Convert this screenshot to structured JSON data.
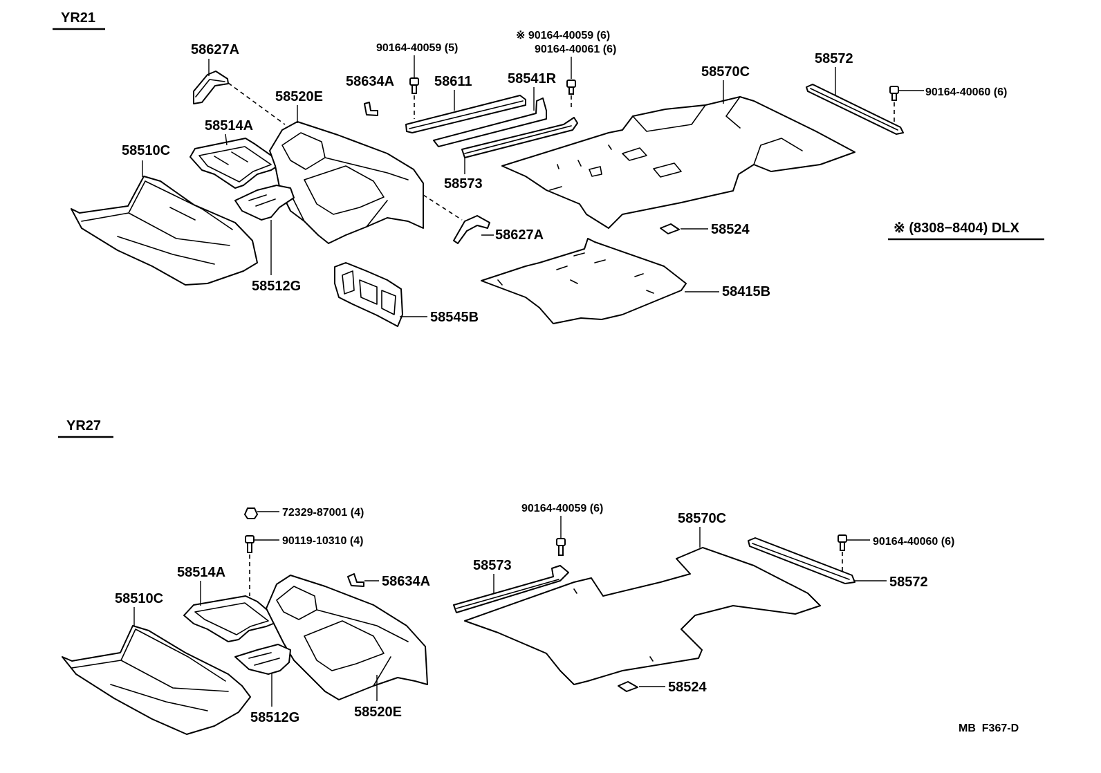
{
  "sections": {
    "yr21": {
      "title": "YR21",
      "labels": {
        "p58627a_top": "58627A",
        "p58634a": "58634A",
        "p58611": "58611",
        "p58541r": "58541R",
        "p58570c": "58570C",
        "p58572": "58572",
        "p58520e": "58520E",
        "p58514a": "58514A",
        "p58510c": "58510C",
        "p58573": "58573",
        "p58627a_bottom": "58627A",
        "p58524": "58524",
        "p58512g": "58512G",
        "p58415b": "58415B",
        "p58545b": "58545B",
        "bolt_40059_5": "90164-40059 (5)",
        "bolt_40059_6": "※ 90164-40059 (6)",
        "bolt_40061_6": "90164-40061 (6)",
        "bolt_40060_6": "90164-40060 (6)"
      },
      "note": "※ (8308−8404) DLX"
    },
    "yr27": {
      "title": "YR27",
      "labels": {
        "nut_72329": "72329-87001 (4)",
        "bolt_90119": "90119-10310 (4)",
        "p58514a": "58514A",
        "p58510c": "58510C",
        "p58634a": "58634A",
        "p58512g": "58512G",
        "p58520e": "58520E",
        "bolt_40059_6": "90164-40059 (6)",
        "p58573": "58573",
        "p58570c": "58570C",
        "bolt_40060_6": "90164-40060 (6)",
        "p58572": "58572",
        "p58524": "58524"
      }
    }
  },
  "footer": {
    "code": "MB  F367-D"
  },
  "colors": {
    "ink": "#000000",
    "paper": "#ffffff"
  }
}
